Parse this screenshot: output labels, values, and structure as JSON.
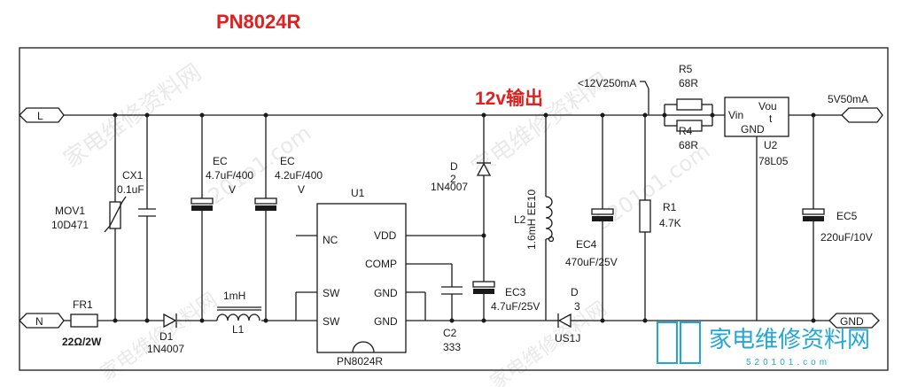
{
  "title": "PN8024R",
  "output_label": "12v输出",
  "watermark": {
    "site": "5201o1.com",
    "cn": "家电维修资料网",
    "logo_cn": "家电维修资料网",
    "logo_num": "520101.com"
  },
  "terminals": {
    "L": "L",
    "N": "N",
    "GND": "GND",
    "out_5v": "5V50mA",
    "out_12v": "<12V250mA"
  },
  "components": {
    "MOV1": {
      "ref": "MOV1",
      "value": "10D471"
    },
    "CX1": {
      "ref": "CX1",
      "value": "0.1uF"
    },
    "EC1": {
      "ref": "EC",
      "value1": "4.7uF/400",
      "value2": "V"
    },
    "EC2": {
      "ref": "EC",
      "value1": "4.2uF/400",
      "value2": "V"
    },
    "FR1": {
      "ref": "FR1",
      "value": "22Ω/2W"
    },
    "D1": {
      "ref": "D1",
      "value": "1N4007"
    },
    "L1": {
      "ref": "L1",
      "value": "1mH"
    },
    "U1": {
      "ref": "U1",
      "part": "PN8024R",
      "pins": [
        "NC",
        "SW",
        "SW",
        "VDD",
        "COMP",
        "GND",
        "GND"
      ]
    },
    "D2": {
      "ref1": "D",
      "ref2": "2",
      "value": "1N4007"
    },
    "C2": {
      "ref": "C2",
      "value": "333"
    },
    "EC3": {
      "ref": "EC3",
      "value": "4.7uF/25V"
    },
    "L2": {
      "ref": "L2",
      "value": "1.6mH EE10"
    },
    "D3": {
      "ref1": "D",
      "ref2": "3",
      "value": "US1J"
    },
    "EC4": {
      "ref": "EC4",
      "value": "470uF/25V"
    },
    "R1": {
      "ref": "R1",
      "value": "4.7K"
    },
    "R5": {
      "ref": "R5",
      "value": "68R"
    },
    "R4": {
      "ref": "R4",
      "value": "68R"
    },
    "U2": {
      "ref": "U2",
      "part": "78L05",
      "vin": "Vin",
      "vout1": "Vou",
      "vout2": "t",
      "gnd": "GND"
    },
    "EC5": {
      "ref": "EC5",
      "value": "220uF/10V"
    }
  },
  "colors": {
    "title": "#e02020",
    "wire": "#1a1a1a",
    "logo": "#22a6d6"
  }
}
